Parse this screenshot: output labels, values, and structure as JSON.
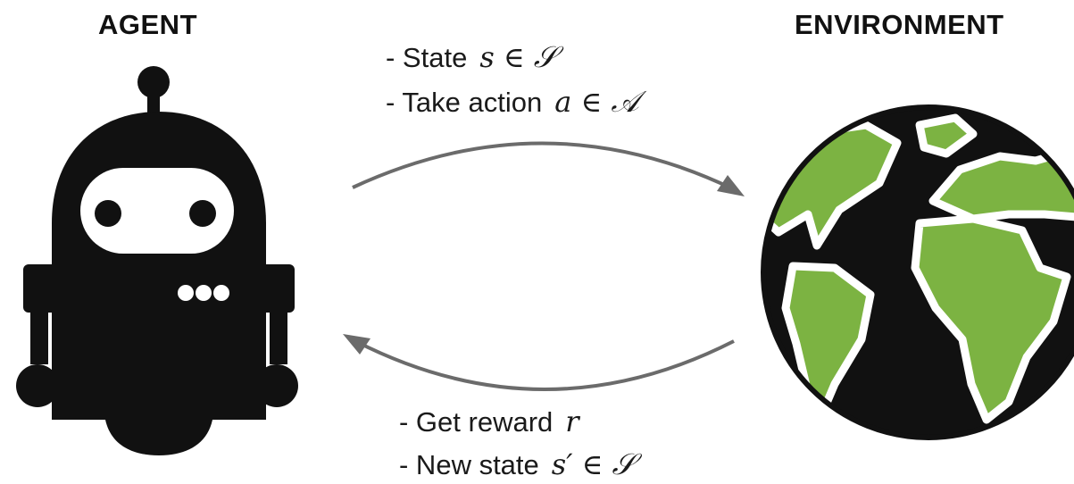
{
  "agent": {
    "title": "AGENT",
    "icon": "robot-icon"
  },
  "environment": {
    "title": "ENVIRONMENT",
    "icon": "globe-icon"
  },
  "to_environment": {
    "state_label": "- State",
    "state_math_var": "s ∈ ",
    "state_math_set": "𝒮",
    "action_label": "- Take action",
    "action_math_var": "a ∈ ",
    "action_math_set": "𝒜"
  },
  "to_agent": {
    "reward_label": "- Get reward",
    "reward_math": "r",
    "new_state_label": "- New state",
    "new_state_math_var": "s′ ∈ ",
    "new_state_math_set": "𝒮"
  },
  "colors": {
    "ink": "#111111",
    "arrow": "#6b6b6b",
    "land": "#7cb342"
  }
}
